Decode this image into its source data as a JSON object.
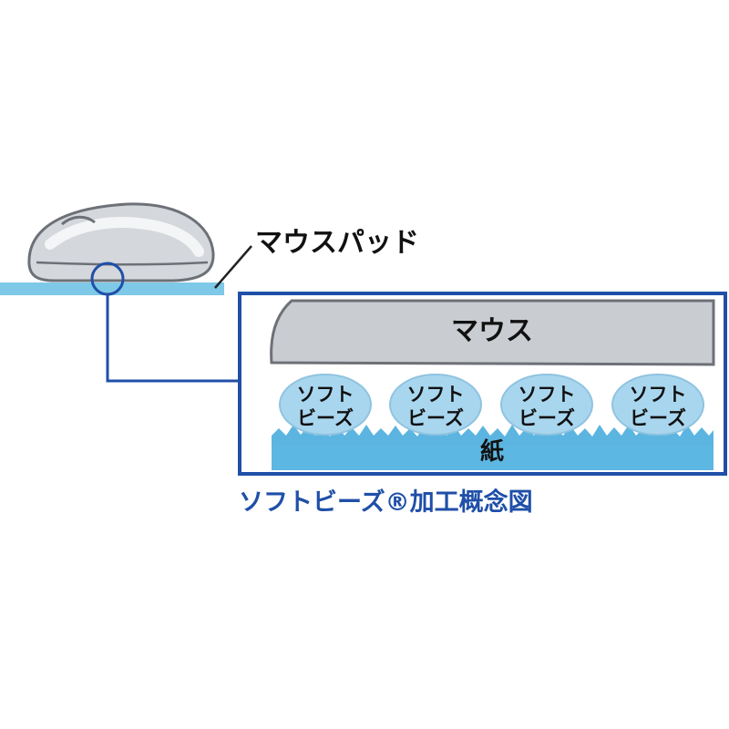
{
  "labels": {
    "mousepad": "マウスパッド",
    "mouse": "マウス",
    "paper": "紙"
  },
  "beads": [
    {
      "line1": "ソフト",
      "line2": "ビーズ"
    },
    {
      "line1": "ソフト",
      "line2": "ビーズ"
    },
    {
      "line1": "ソフト",
      "line2": "ビーズ"
    },
    {
      "line1": "ソフト",
      "line2": "ビーズ"
    }
  ],
  "caption": "ソフトビーズ®加工概念図",
  "colors": {
    "frame": "#1f4fa8",
    "pad": "#7ec8e8",
    "paper": "#5bb5e0",
    "bead": "#a9d6ef",
    "mouse_gray": "#c9ccd1",
    "caption": "#1f4fa8"
  }
}
